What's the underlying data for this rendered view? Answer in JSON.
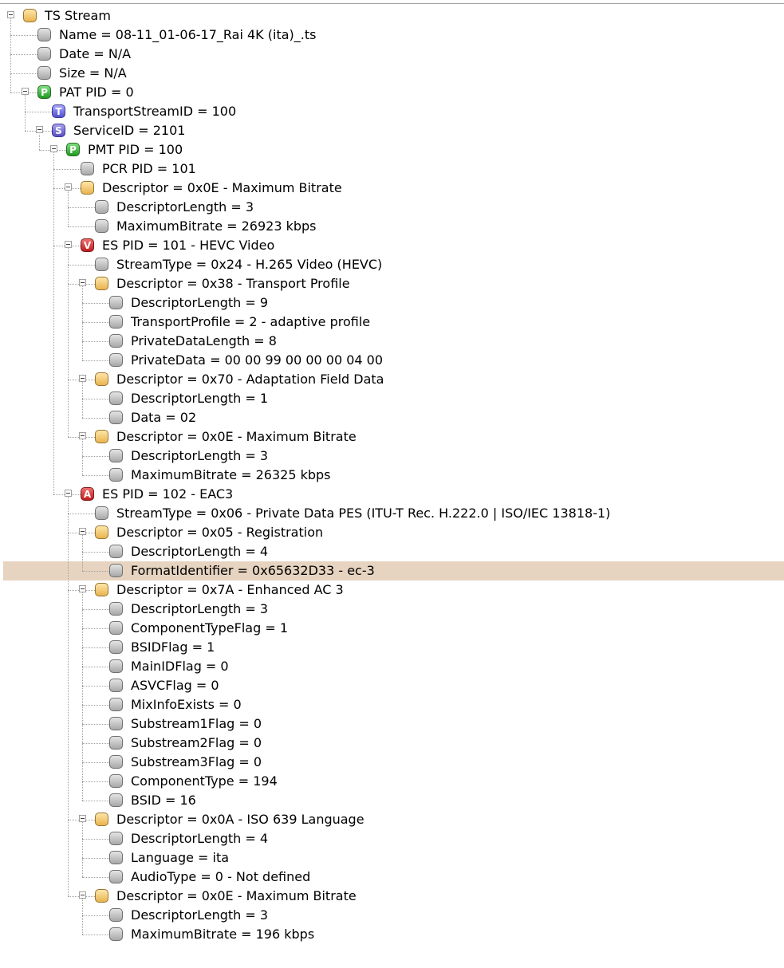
{
  "tree": {
    "selected_index": 29,
    "colors": {
      "selection": "#e6d4c0"
    },
    "nodes": [
      {
        "level": 0,
        "icon": "folder",
        "label": "TS Stream",
        "expanded": true
      },
      {
        "level": 1,
        "icon": "gray",
        "label": "Name = 08-11_01-06-17_Rai 4K (ita)_.ts"
      },
      {
        "level": 1,
        "icon": "gray",
        "label": "Date = N/A"
      },
      {
        "level": 1,
        "icon": "gray",
        "label": "Size = N/A"
      },
      {
        "level": 1,
        "icon": "p",
        "letter": "P",
        "label": "PAT PID = 0",
        "expanded": true
      },
      {
        "level": 2,
        "icon": "t",
        "letter": "T",
        "label": "TransportStreamID = 100"
      },
      {
        "level": 2,
        "icon": "s",
        "letter": "S",
        "label": "ServiceID = 2101",
        "expanded": true
      },
      {
        "level": 3,
        "icon": "p",
        "letter": "P",
        "label": "PMT PID = 100",
        "expanded": true
      },
      {
        "level": 4,
        "icon": "gray",
        "label": "PCR PID = 101"
      },
      {
        "level": 4,
        "icon": "folder",
        "label": "Descriptor = 0x0E - Maximum Bitrate",
        "expanded": true
      },
      {
        "level": 5,
        "icon": "gray",
        "label": "DescriptorLength = 3"
      },
      {
        "level": 5,
        "icon": "gray",
        "label": "MaximumBitrate = 26923 kbps"
      },
      {
        "level": 4,
        "icon": "v",
        "letter": "V",
        "label": "ES PID = 101 - HEVC Video",
        "expanded": true
      },
      {
        "level": 5,
        "icon": "gray",
        "label": "StreamType = 0x24 - H.265 Video (HEVC)"
      },
      {
        "level": 5,
        "icon": "folder",
        "label": "Descriptor = 0x38 - Transport Profile",
        "expanded": true
      },
      {
        "level": 6,
        "icon": "gray",
        "label": "DescriptorLength = 9"
      },
      {
        "level": 6,
        "icon": "gray",
        "label": "TransportProfile = 2 - adaptive profile"
      },
      {
        "level": 6,
        "icon": "gray",
        "label": "PrivateDataLength = 8"
      },
      {
        "level": 6,
        "icon": "gray",
        "label": "PrivateData = 00 00 99 00 00 00 04 00"
      },
      {
        "level": 5,
        "icon": "folder",
        "label": "Descriptor = 0x70 - Adaptation Field Data",
        "expanded": true
      },
      {
        "level": 6,
        "icon": "gray",
        "label": "DescriptorLength = 1"
      },
      {
        "level": 6,
        "icon": "gray",
        "label": "Data = 02"
      },
      {
        "level": 5,
        "icon": "folder",
        "label": "Descriptor = 0x0E - Maximum Bitrate",
        "expanded": true
      },
      {
        "level": 6,
        "icon": "gray",
        "label": "DescriptorLength = 3"
      },
      {
        "level": 6,
        "icon": "gray",
        "label": "MaximumBitrate = 26325 kbps"
      },
      {
        "level": 4,
        "icon": "a",
        "letter": "A",
        "label": "ES PID = 102 - EAC3",
        "expanded": true
      },
      {
        "level": 5,
        "icon": "gray",
        "label": "StreamType = 0x06 - Private Data PES (ITU-T Rec. H.222.0 | ISO/IEC 13818-1)"
      },
      {
        "level": 5,
        "icon": "folder",
        "label": "Descriptor = 0x05 - Registration",
        "expanded": true
      },
      {
        "level": 6,
        "icon": "gray",
        "label": "DescriptorLength = 4"
      },
      {
        "level": 6,
        "icon": "gray",
        "label": "FormatIdentifier = 0x65632D33 - ec-3"
      },
      {
        "level": 5,
        "icon": "folder",
        "label": "Descriptor = 0x7A - Enhanced AC 3",
        "expanded": true
      },
      {
        "level": 6,
        "icon": "gray",
        "label": "DescriptorLength = 3"
      },
      {
        "level": 6,
        "icon": "gray",
        "label": "ComponentTypeFlag = 1"
      },
      {
        "level": 6,
        "icon": "gray",
        "label": "BSIDFlag = 1"
      },
      {
        "level": 6,
        "icon": "gray",
        "label": "MainIDFlag = 0"
      },
      {
        "level": 6,
        "icon": "gray",
        "label": "ASVCFlag = 0"
      },
      {
        "level": 6,
        "icon": "gray",
        "label": "MixInfoExists = 0"
      },
      {
        "level": 6,
        "icon": "gray",
        "label": "Substream1Flag = 0"
      },
      {
        "level": 6,
        "icon": "gray",
        "label": "Substream2Flag = 0"
      },
      {
        "level": 6,
        "icon": "gray",
        "label": "Substream3Flag = 0"
      },
      {
        "level": 6,
        "icon": "gray",
        "label": "ComponentType = 194"
      },
      {
        "level": 6,
        "icon": "gray",
        "label": "BSID = 16"
      },
      {
        "level": 5,
        "icon": "folder",
        "label": "Descriptor = 0x0A - ISO 639 Language",
        "expanded": true
      },
      {
        "level": 6,
        "icon": "gray",
        "label": "DescriptorLength = 4"
      },
      {
        "level": 6,
        "icon": "gray",
        "label": "Language = ita"
      },
      {
        "level": 6,
        "icon": "gray",
        "label": "AudioType = 0 - Not defined"
      },
      {
        "level": 5,
        "icon": "folder",
        "label": "Descriptor = 0x0E - Maximum Bitrate",
        "expanded": true
      },
      {
        "level": 6,
        "icon": "gray",
        "label": "DescriptorLength = 3"
      },
      {
        "level": 6,
        "icon": "gray",
        "label": "MaximumBitrate = 196 kbps"
      }
    ]
  }
}
